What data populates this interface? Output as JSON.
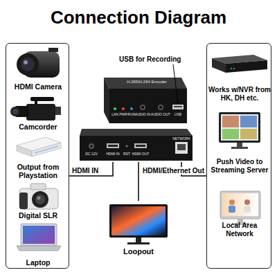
{
  "diagram": {
    "title": "Connection Diagram",
    "nodes": [
      {
        "text": []
      },
      {
        "text": [
          "HDMI Camera"
        ],
        "in": 0
      },
      {
        "text": [
          "Camcorder"
        ],
        "in": 0
      },
      {
        "text": [
          "Output from Playstation"
        ],
        "in": 0
      },
      {
        "text": [
          "Digital SLR"
        ],
        "in": 0
      },
      {
        "text": [
          "Laptop"
        ],
        "in": 0
      },
      {
        "text": [
          "H.265/H.264 Encoder",
          "LAN",
          "PWR",
          "RUN",
          "AUDIO IN",
          "AUDIO OUT",
          "USB",
          "DC 12V",
          "HDMI IN",
          "RST",
          "HDMI OUT",
          "NETWORK"
        ]
      },
      {
        "text": [
          "Loopout"
        ]
      },
      {
        "text": []
      },
      {
        "text": [
          "Works w/NVR from HK, DH etc."
        ],
        "in": 8
      },
      {
        "text": [
          "Push Video to Streaming Server"
        ],
        "in": 8
      },
      {
        "text": [
          "Local Area Network"
        ],
        "in": 8
      }
    ],
    "edges": [
      {
        "from": 0,
        "to": 6,
        "label": "HDMI IN",
        "arrow": "none"
      },
      {
        "from": 6,
        "to": 8,
        "label": "HDMI/Ethernet Out",
        "arrow": "none"
      },
      {
        "from": 6,
        "to": 7,
        "arrow": "none"
      }
    ],
    "labels": [
      "USB for Recording"
    ]
  }
}
